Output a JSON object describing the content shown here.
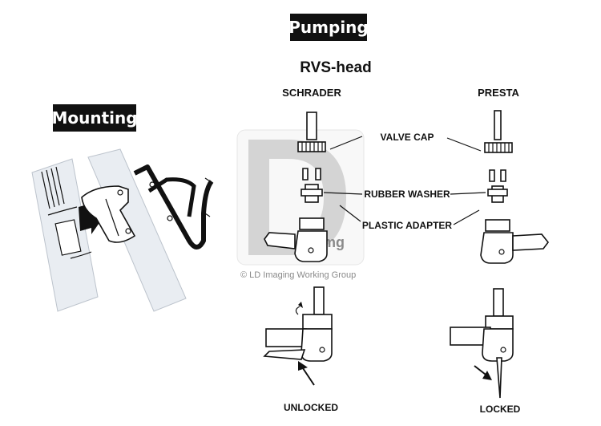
{
  "sections": {
    "pumping": "Pumping",
    "mounting": "Mounting"
  },
  "head_type": "RVS-head",
  "valve_types": {
    "schrader": "SCHRADER",
    "presta": "PRESTA"
  },
  "parts": {
    "valve_cap": "VALVE CAP",
    "rubber_washer": "RUBBER WASHER",
    "plastic_adapter": "PLASTIC ADAPTER"
  },
  "states": {
    "unlocked": "UNLOCKED",
    "locked": "LOCKED"
  },
  "watermark": {
    "logo_text": "img",
    "credit": "© LD Imaging Working Group"
  },
  "colors": {
    "tag_bg": "#111111",
    "watermark": "#c8c8c8"
  }
}
